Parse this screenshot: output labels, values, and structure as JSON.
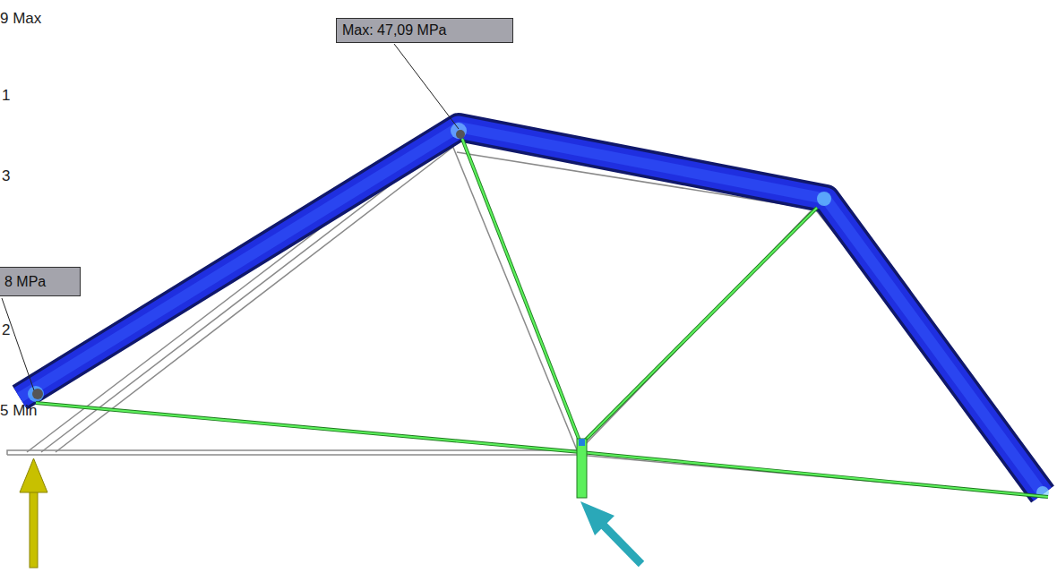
{
  "diagram": {
    "nodes": [
      {
        "text": [
          "Max: 47,09 MPa"
        ]
      },
      {
        "text": [
          "8 MPa"
        ]
      }
    ],
    "labels": [
      "9 Max",
      "1",
      "3",
      "2",
      "5 Min"
    ]
  }
}
